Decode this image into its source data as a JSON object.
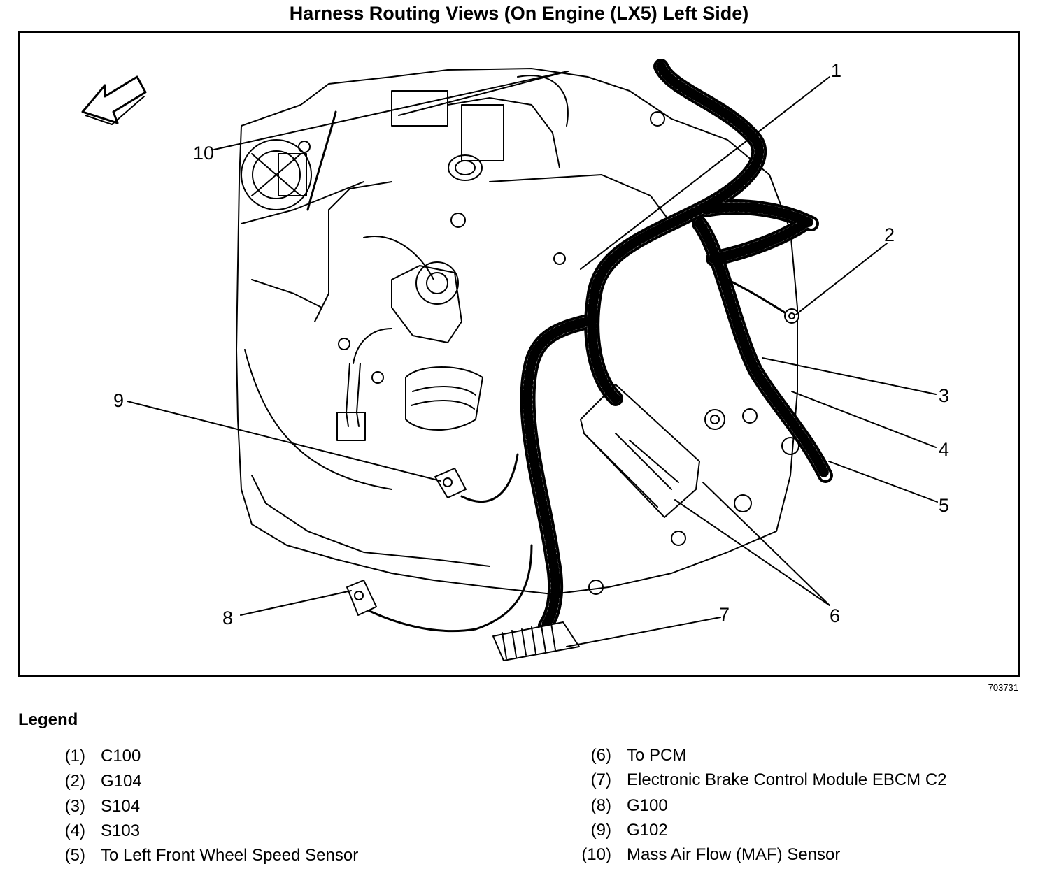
{
  "title": "Harness Routing Views (On Engine (LX5) Left Side)",
  "figure_id": "703731",
  "callouts": [
    "1",
    "2",
    "3",
    "4",
    "5",
    "6",
    "7",
    "8",
    "9",
    "10"
  ],
  "legend": {
    "heading": "Legend",
    "items": [
      {
        "num": "(1)",
        "label": "C100"
      },
      {
        "num": "(2)",
        "label": "G104"
      },
      {
        "num": "(3)",
        "label": "S104"
      },
      {
        "num": "(4)",
        "label": "S103"
      },
      {
        "num": "(5)",
        "label": "To Left Front Wheel Speed Sensor"
      },
      {
        "num": "(6)",
        "label": "To PCM"
      },
      {
        "num": "(7)",
        "label": "Electronic Brake Control Module EBCM C2"
      },
      {
        "num": "(8)",
        "label": "G100"
      },
      {
        "num": "(9)",
        "label": "G102"
      },
      {
        "num": "(10)",
        "label": "Mass Air Flow (MAF) Sensor"
      }
    ]
  }
}
